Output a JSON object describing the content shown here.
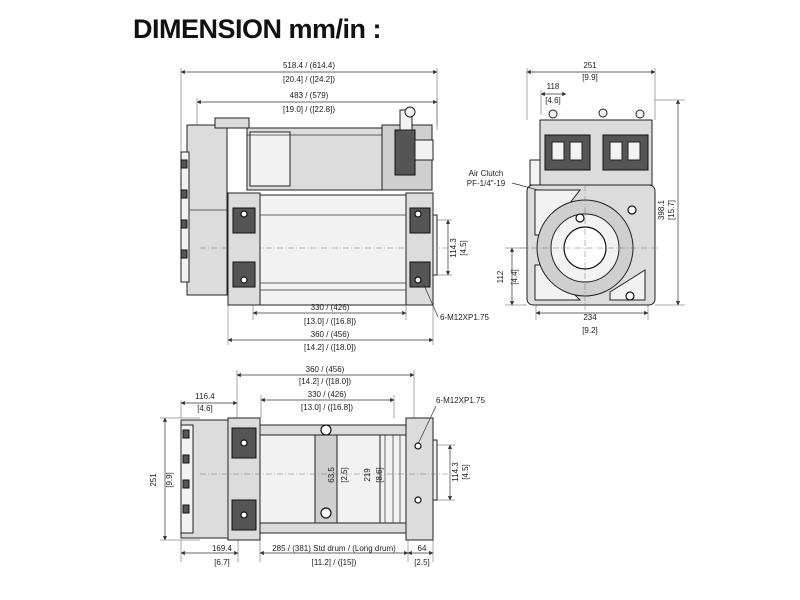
{
  "title": "DIMENSION mm/in :",
  "front_view": {
    "overall_length": "518.4 / (614.4)",
    "overall_length_in": "[20.4] / ([24.2])",
    "motor_length": "483 / (579)",
    "motor_length_in": "[19.0] / ([22.8])",
    "drum_center_height": "114.3",
    "drum_center_height_in": "[4.5]",
    "bolt_spacing": "330 / (426)",
    "bolt_spacing_in": "[13.0] / ([16.8])",
    "frame_length": "360 / (456)",
    "frame_length_in": "[14.2] / ([18.0])",
    "mount_bolts": "6-M12XP1.75"
  },
  "side_view": {
    "top_width": "251",
    "top_width_in": "[9.9]",
    "half_width": "118",
    "half_width_in": "[4.6]",
    "air_clutch_label": "Air Clutch",
    "air_clutch_thread": "PF-1/4\"-19",
    "height": "398.1",
    "height_in": "[15.7]",
    "drum_height": "112",
    "drum_height_in": "[4.4]",
    "base_width": "234",
    "base_width_in": "[9.2]"
  },
  "top_view": {
    "frame_length": "360 / (456)",
    "frame_length_in": "[14.2] / ([18.0])",
    "bolt_spacing": "330 / (426)",
    "bolt_spacing_in": "[13.0] / ([16.8])",
    "end_offset": "116.4",
    "end_offset_in": "[4.6]",
    "mount_bolts": "6-M12XP1.75",
    "width": "251",
    "width_in": "[9.9]",
    "drum_flange": "63.5",
    "drum_flange_in": "[2.5]",
    "drum_dia": "219",
    "drum_dia_in": "[8.6]",
    "bolt_offset": "114.3",
    "bolt_offset_in": "[4.5]",
    "motor_offset": "169.4",
    "motor_offset_in": "[6.7]",
    "drum_length": "285 / (381) Std drum / (Long drum)",
    "drum_length_in": "[11.2] / ([15])",
    "end_length": "64",
    "end_length_in": "[2.5]"
  }
}
